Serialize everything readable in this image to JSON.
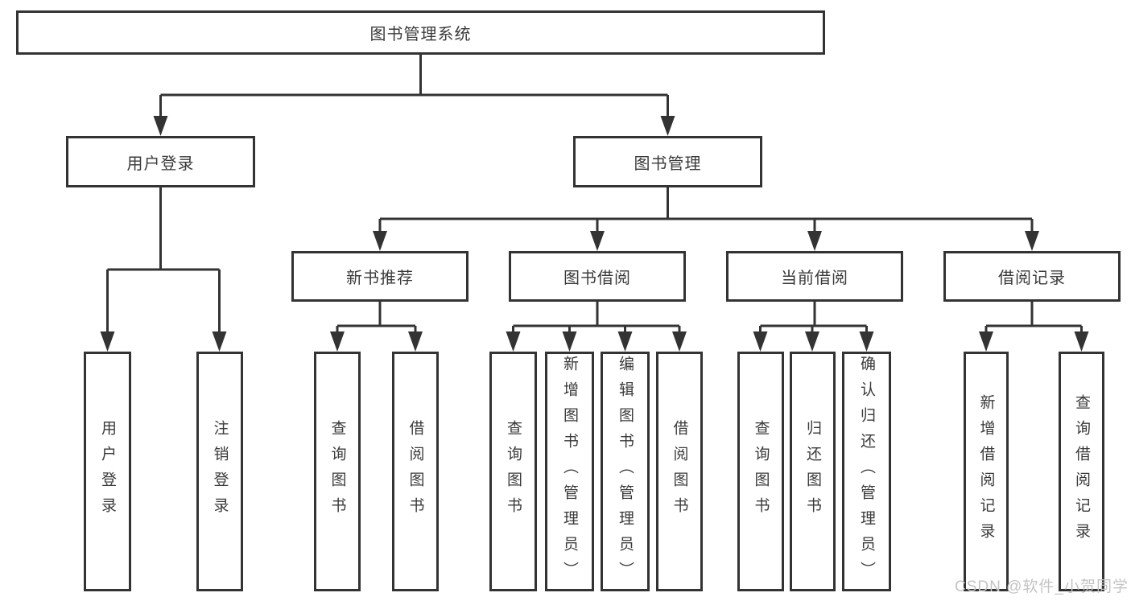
{
  "diagram": {
    "title": "图书管理系统",
    "colors": {
      "line": "#333333",
      "text": "#3a3a3a",
      "background": "#ffffff",
      "watermark": "#c4c4c4"
    },
    "tree": {
      "label": "图书管理系统",
      "children": [
        {
          "label": "用户登录",
          "children": [
            {
              "label": "用户登录"
            },
            {
              "label": "注销登录"
            }
          ]
        },
        {
          "label": "图书管理",
          "children": [
            {
              "label": "新书推荐",
              "children": [
                {
                  "label": "查询图书"
                },
                {
                  "label": "借阅图书"
                }
              ]
            },
            {
              "label": "图书借阅",
              "children": [
                {
                  "label": "查询图书"
                },
                {
                  "label": "新增图书（管理员）"
                },
                {
                  "label": "编辑图书（管理员）"
                },
                {
                  "label": "借阅图书"
                }
              ]
            },
            {
              "label": "当前借阅",
              "children": [
                {
                  "label": "查询图书"
                },
                {
                  "label": "归还图书"
                },
                {
                  "label": "确认归还（管理员）"
                }
              ]
            },
            {
              "label": "借阅记录",
              "children": [
                {
                  "label": "新增借阅记录"
                },
                {
                  "label": "查询借阅记录"
                }
              ]
            }
          ]
        }
      ]
    }
  },
  "watermark": {
    "text": "CSDN @软件_小贺同学"
  }
}
